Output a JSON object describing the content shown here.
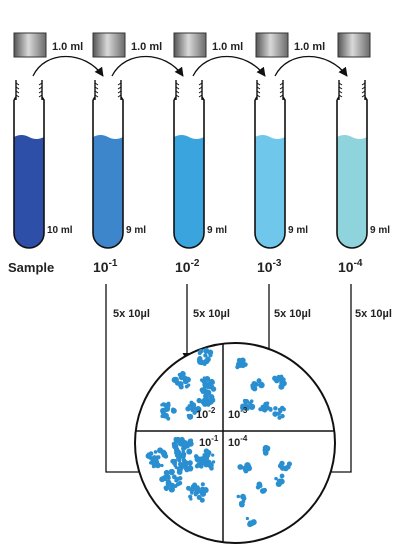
{
  "transfers": [
    {
      "volume": "1.0 ml"
    },
    {
      "volume": "1.0 ml"
    },
    {
      "volume": "1.0 ml"
    },
    {
      "volume": "1.0 ml"
    }
  ],
  "tubes": [
    {
      "volume": "10 ml",
      "label": "Sample",
      "exp": "",
      "color": "#2d4fa8"
    },
    {
      "volume": "9 ml",
      "label": "10",
      "exp": "-1",
      "color": "#3d86cc"
    },
    {
      "volume": "9 ml",
      "label": "10",
      "exp": "-2",
      "color": "#39a4de"
    },
    {
      "volume": "9 ml",
      "label": "10",
      "exp": "-3",
      "color": "#6fc8ec"
    },
    {
      "volume": "9 ml",
      "label": "10",
      "exp": "-4",
      "color": "#8fd4dd"
    }
  ],
  "plating": [
    {
      "amount": "5x 10µl"
    },
    {
      "amount": "5x 10µl"
    },
    {
      "amount": "5x 10µl"
    },
    {
      "amount": "5x 10µl"
    }
  ],
  "plate": {
    "quadrants": [
      {
        "label": "10",
        "exp": "-2"
      },
      {
        "label": "10",
        "exp": "-3"
      },
      {
        "label": "10",
        "exp": "-1"
      },
      {
        "label": "10",
        "exp": "-4"
      }
    ],
    "colony_color": "#2a8fd0"
  }
}
